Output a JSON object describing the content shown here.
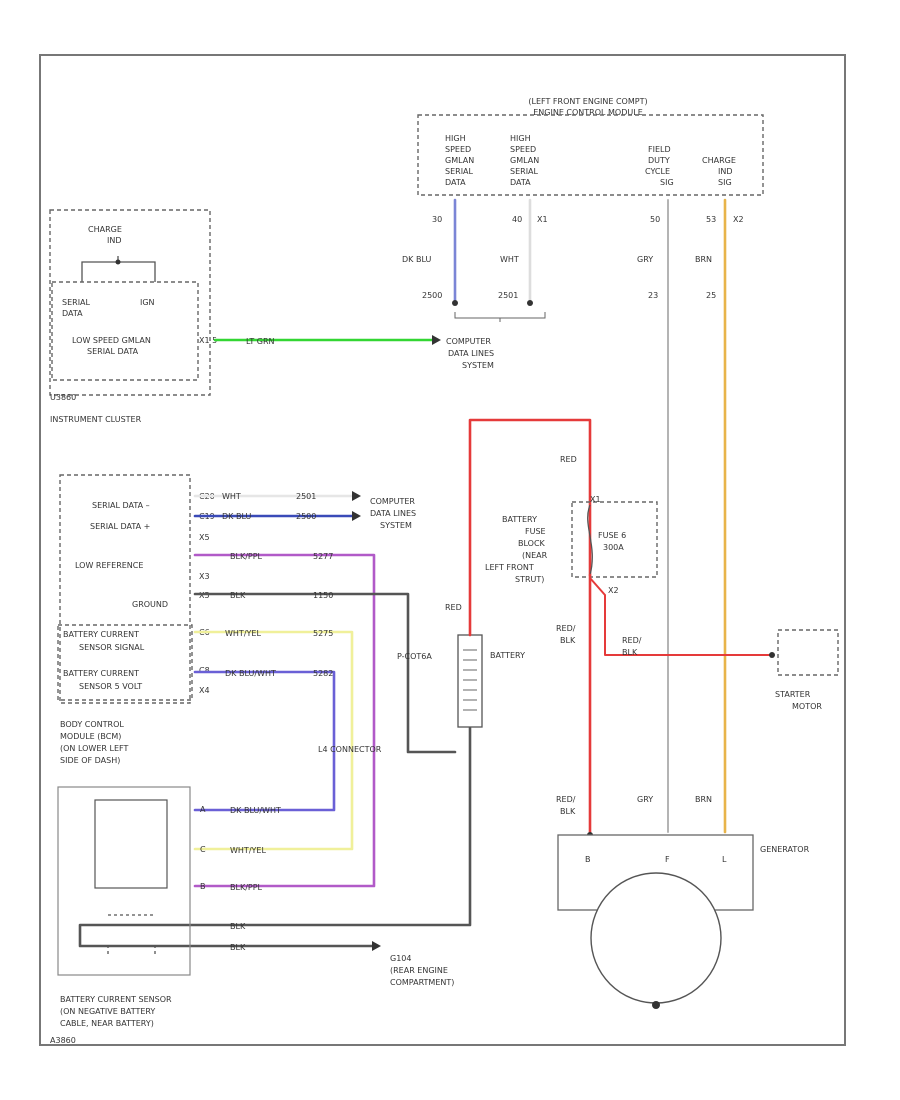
{
  "colors": {
    "blue": "#7b85d6",
    "dk_blue": "#3a4ab8",
    "green": "#33d633",
    "red": "#e53a3a",
    "purple": "#b15ac8",
    "yellow": "#f0f09a",
    "orange": "#e8b44a",
    "black": "#555555",
    "gray": "#b4b4b4"
  },
  "ecm": {
    "title_line1": "(LEFT FRONT ENGINE COMPT)",
    "title_line2": "ENGINE CONTROL MODULE",
    "col1": [
      "HIGH",
      "SPEED",
      "GMLAN",
      "SERIAL",
      "DATA"
    ],
    "col2": [
      "HIGH",
      "SPEED",
      "GMLAN",
      "SERIAL",
      "DATA"
    ],
    "col3": [
      "FIELD",
      "DUTY",
      "CYCLE",
      "SIG"
    ],
    "col4": [
      "CHARGE",
      "IND",
      "SIG"
    ],
    "pin1": "30",
    "pin2": "40",
    "pin2b": "X1",
    "pin3": "50",
    "pin4": "53",
    "pin4b": "X2",
    "wire1": "DK BLU",
    "wire2": "WHT",
    "wire3": "GRY",
    "wire4": "BRN",
    "circ1": "2500",
    "circ2": "2501",
    "circ3": "23",
    "circ4": "25"
  },
  "cluster": {
    "charge_ind_1": "CHARGE",
    "charge_ind_2": "IND",
    "serial_data_1": "SERIAL",
    "serial_data_2": "DATA",
    "ign": "IGN",
    "low_speed_1": "LOW SPEED GMLAN",
    "low_speed_2": "SERIAL DATA",
    "pin": "X1 5",
    "wire": "LT GRN",
    "label": "INSTRUMENT CLUSTER",
    "small": "U3860"
  },
  "data_lines_top": [
    "COMPUTER",
    "DATA LINES",
    "SYSTEM"
  ],
  "bcm": {
    "rows": [
      "SERIAL DATA –",
      "SERIAL DATA +",
      "LOW REFERENCE",
      "GROUND",
      "BATTERY CURRENT",
      "SENSOR SIGNAL",
      "BATTERY CURRENT",
      "SENSOR 5 VOLT"
    ],
    "pins": [
      "C20",
      "C19",
      "X5",
      "X3",
      "X5",
      "C6",
      "C8",
      "X4"
    ],
    "wires": [
      "WHT",
      "DK BLU",
      "BLK/PPL",
      "BLK",
      "WHT/YEL",
      "DK BLU/WHT"
    ],
    "circuits": [
      "2501",
      "2500",
      "5277",
      "1150",
      "5275",
      "5282"
    ],
    "label": [
      "BODY CONTROL",
      "MODULE (BCM)",
      "(ON LOWER LEFT",
      "SIDE OF DASH)"
    ]
  },
  "data_lines_mid": [
    "COMPUTER",
    "DATA LINES",
    "SYSTEM"
  ],
  "battery": {
    "label": "BATTERY",
    "wire_red": "RED",
    "wire_red2": "RED",
    "fuse_block": [
      "BATTERY",
      "FUSE",
      "BLOCK",
      "(NEAR",
      "LEFT FRONT",
      "STRUT)"
    ],
    "fuse": [
      "FUSE 6",
      "300A"
    ],
    "fuse_pins": [
      "X1",
      "X2"
    ],
    "ground_text": "P-COT6A",
    "splice": "L4 CONNECTOR"
  },
  "starter": {
    "wire_redblk": [
      "RED/",
      "BLK"
    ],
    "wire_redblk2": [
      "RED/",
      "BLK"
    ],
    "label": [
      "STARTER",
      "MOTOR"
    ]
  },
  "sensor": {
    "pins": [
      "A",
      "C",
      "B"
    ],
    "wires": [
      "DK BLU/WHT",
      "WHT/YEL",
      "BLK/PPL"
    ],
    "blk1": "BLK",
    "blk2": "BLK",
    "ground": "G104",
    "ground_desc": [
      "(REAR ENGINE",
      "COMPARTMENT)"
    ],
    "label": [
      "BATTERY CURRENT SENSOR",
      "(ON NEGATIVE BATTERY",
      "CABLE, NEAR BATTERY)"
    ],
    "small": "A3860"
  },
  "generator": {
    "label": "GENERATOR",
    "terminals": [
      "B",
      "F",
      "L"
    ],
    "wire_redblk": [
      "RED/",
      "BLK"
    ],
    "wire_gry": "GRY",
    "wire_brn": "BRN"
  }
}
